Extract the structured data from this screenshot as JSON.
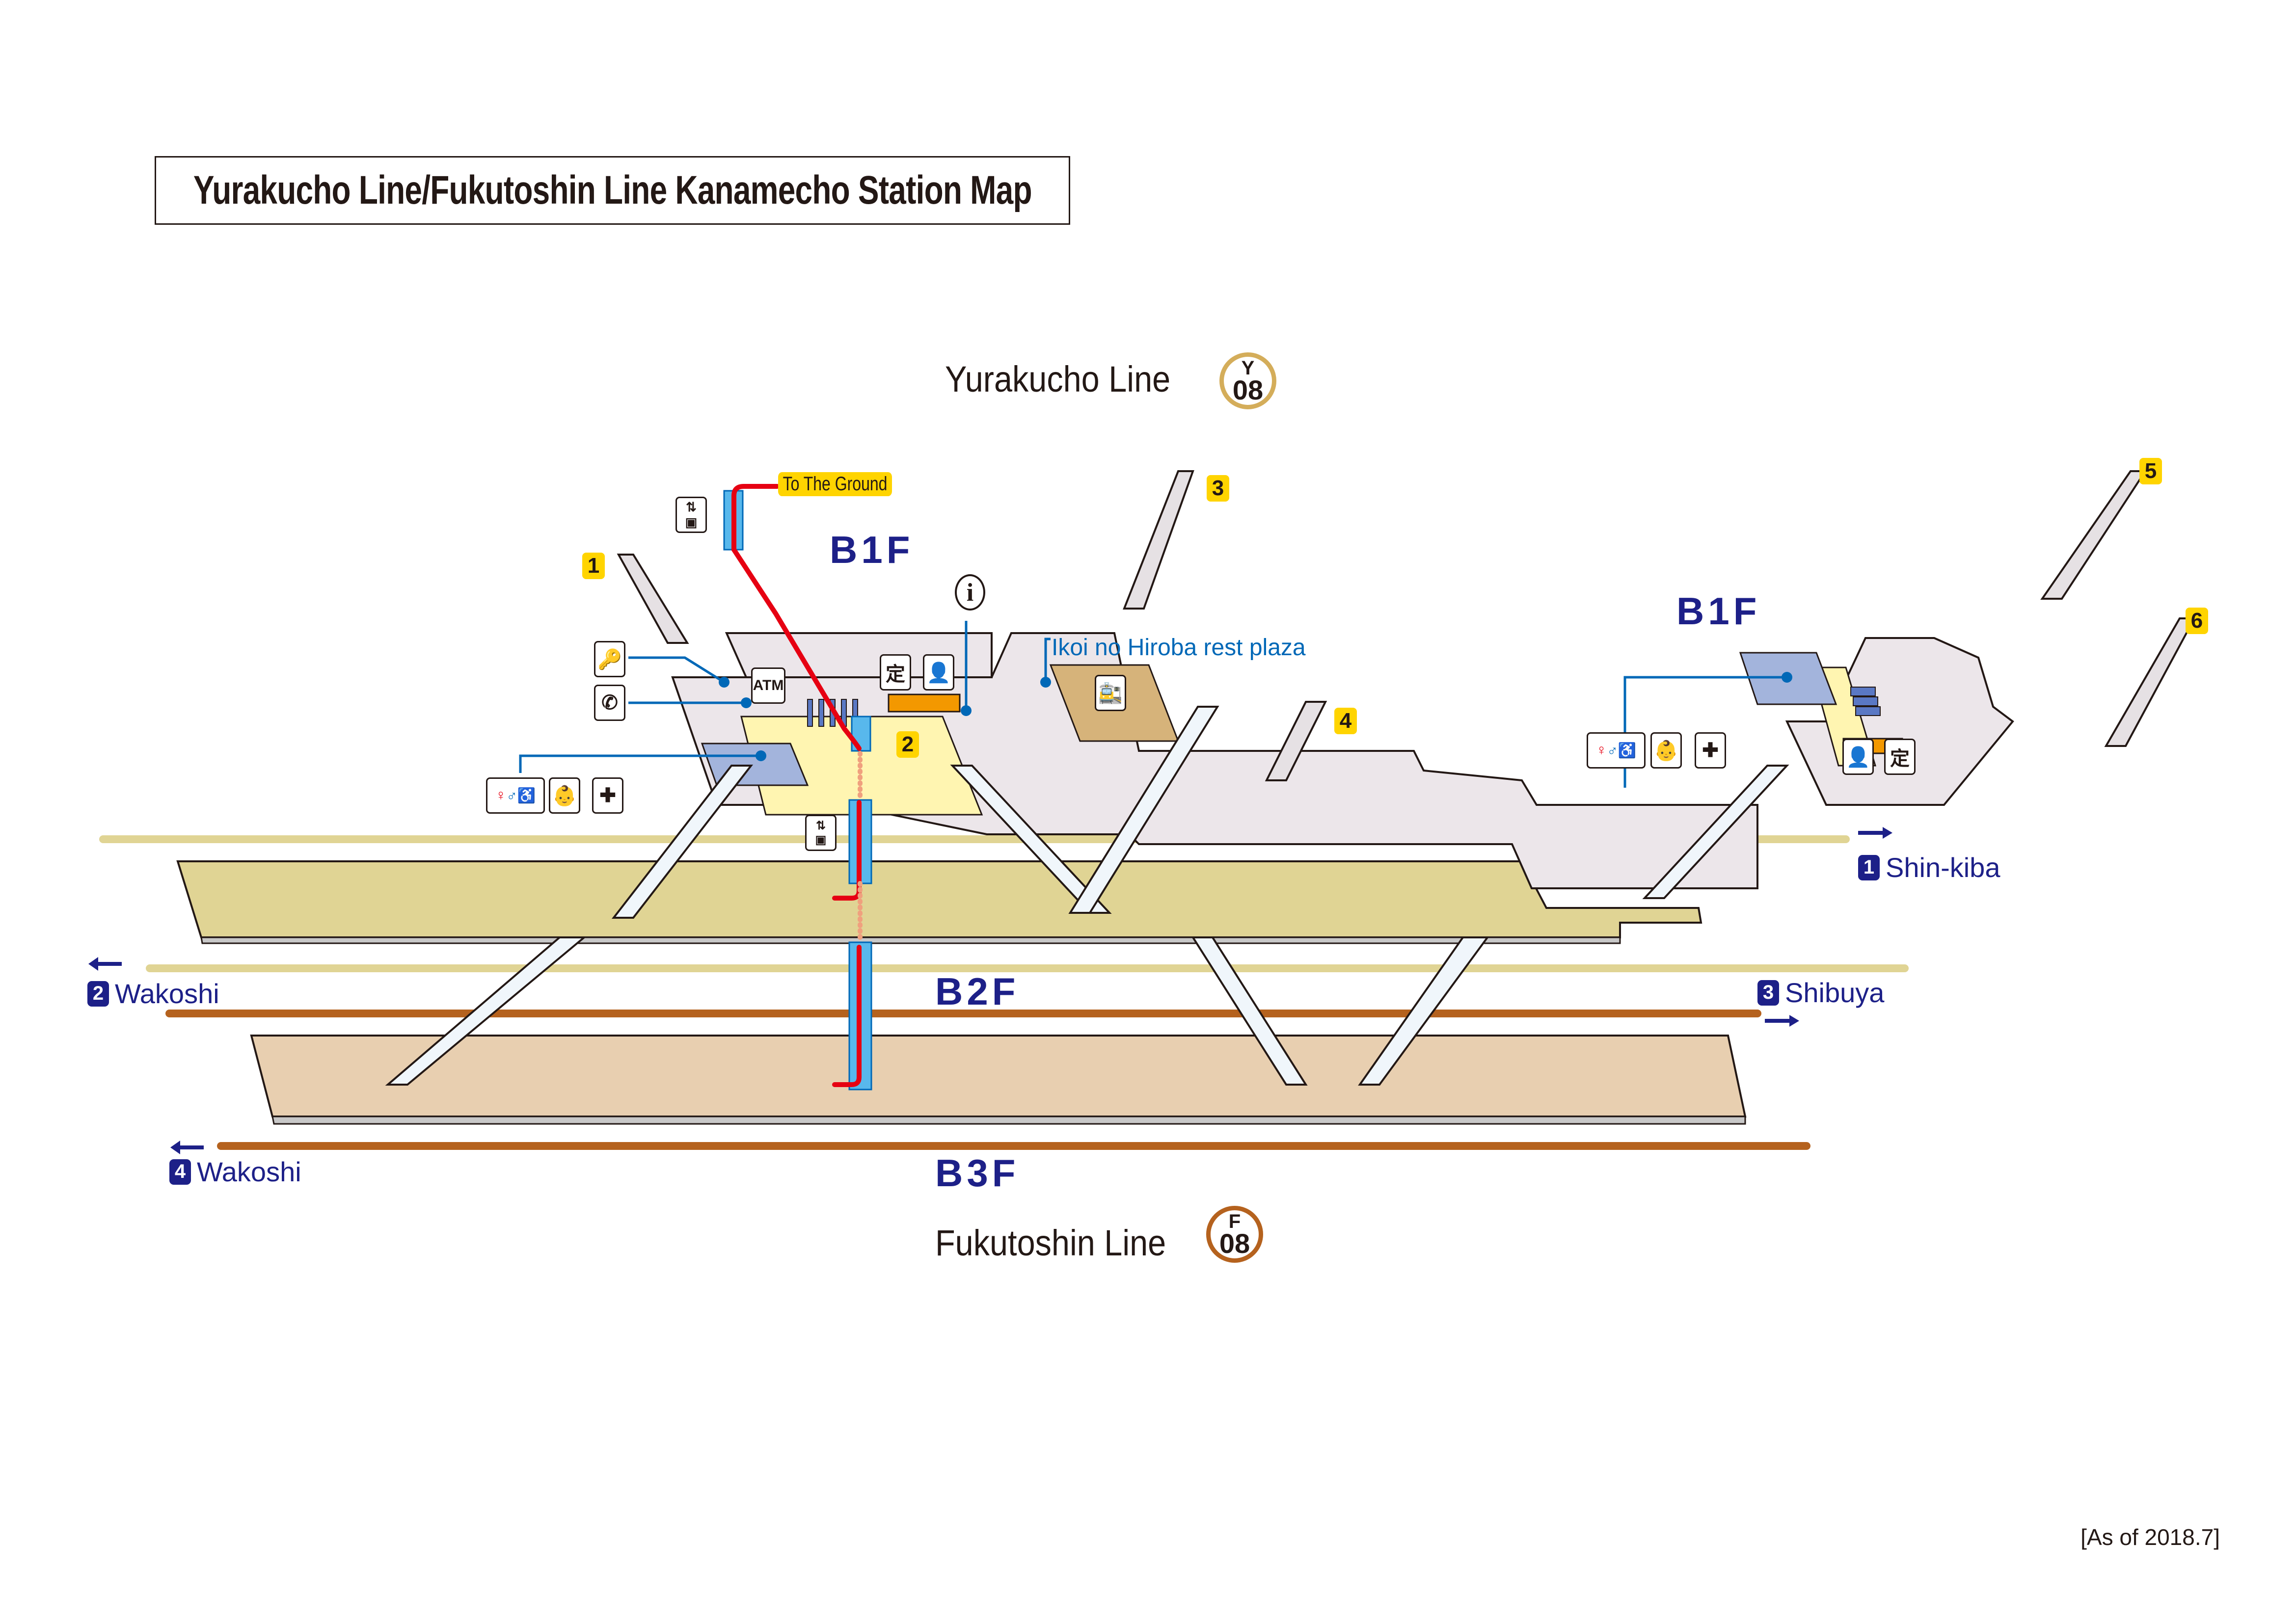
{
  "title": "Yurakucho Line/Fukutoshin Line Kanamecho Station Map",
  "lines": {
    "yurakucho": {
      "label": "Yurakucho Line",
      "code": "Y",
      "number": "08",
      "color": "#c9a24d"
    },
    "fukutoshin": {
      "label": "Fukutoshin Line",
      "code": "F",
      "number": "08",
      "color": "#b5621e"
    }
  },
  "floors": {
    "b1f_left": "B1F",
    "b1f_right": "B1F",
    "b2f": "B2F",
    "b3f": "B3F"
  },
  "exits": [
    "1",
    "2",
    "3",
    "4",
    "5",
    "6"
  ],
  "to_ground": "To The Ground",
  "rest_plaza": "Ikoi no Hiroba rest plaza",
  "directions": [
    {
      "track": "1",
      "destination": "Shin-kiba",
      "arrow": "→"
    },
    {
      "track": "2",
      "destination": "Wakoshi",
      "arrow": "←"
    },
    {
      "track": "3",
      "destination": "Shibuya",
      "arrow": "→"
    },
    {
      "track": "4",
      "destination": "Wakoshi",
      "arrow": "←"
    }
  ],
  "facilities": {
    "atm": "ATM",
    "elevator": "elevator-icon",
    "info": "i",
    "locker": "coin-locker-icon",
    "phone": "telephone-icon",
    "restroom": "restroom-icon",
    "baby": "baby-care-icon",
    "first_aid": "first-aid-icon",
    "commuter_pass": "定",
    "ticket_machine": "ticket-machine-icon",
    "station_office": "station-staff-icon"
  },
  "colors": {
    "floor_label": "#1d2088",
    "yurakucho_track": "#e0d494",
    "fukutoshin_track": "#b5621e",
    "b2f_platform": "#e0d494",
    "b3f_platform": "#e8cfb0",
    "concourse": "#ece6ea",
    "elevator_route": "#e60012",
    "elevator_shaft": "#58b8ec",
    "exit_badge": "#ffd400"
  },
  "as_of": "[As of 2018.7]"
}
